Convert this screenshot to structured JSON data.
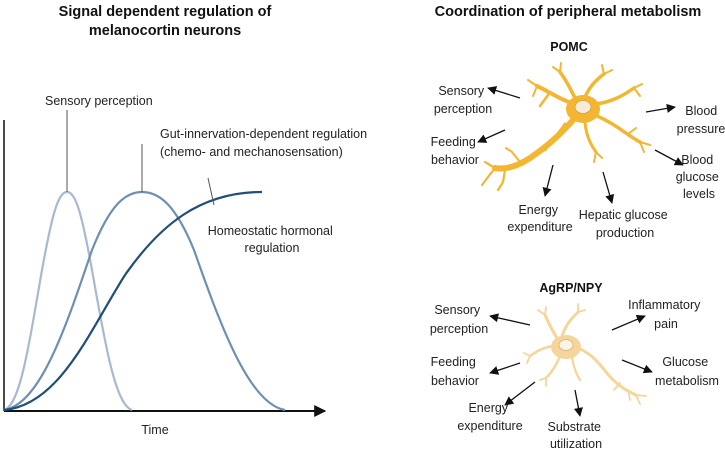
{
  "left_panel": {
    "title_line1": "Signal dependent regulation of",
    "title_line2": "melanocortin neurons",
    "x_axis_label": "Time",
    "curves": [
      {
        "label_lines": [
          "Sensory perception"
        ],
        "color": "#a9b9cf"
      },
      {
        "label_lines": [
          "Gut-innervation-dependent regulation",
          "(chemo- and mechanosensation)"
        ],
        "color": "#6f8fb2"
      },
      {
        "label_lines": [
          "Homeostatic hormonal",
          "regulation"
        ],
        "color": "#1f4e79"
      }
    ]
  },
  "right_panel": {
    "title": "Coordination of peripheral metabolism",
    "pomc": {
      "name": "POMC",
      "neuron_color": "#f2b632",
      "targets": [
        {
          "lines": [
            "Sensory",
            "perception"
          ]
        },
        {
          "lines": [
            "Feeding",
            "behavior"
          ]
        },
        {
          "lines": [
            "Energy",
            "expenditure"
          ]
        },
        {
          "lines": [
            "Hepatic glucose",
            "production"
          ]
        },
        {
          "lines": [
            "Blood",
            "pressure"
          ]
        },
        {
          "lines": [
            "Blood",
            "glucose",
            "levels"
          ]
        }
      ]
    },
    "agrp": {
      "name": "AgRP/NPY",
      "neuron_color": "#f5d59a",
      "targets": [
        {
          "lines": [
            "Sensory",
            "perception"
          ]
        },
        {
          "lines": [
            "Feeding",
            "behavior"
          ]
        },
        {
          "lines": [
            "Energy",
            "expenditure"
          ]
        },
        {
          "lines": [
            "Substrate",
            "utilization"
          ]
        },
        {
          "lines": [
            "Inflammatory",
            "pain"
          ]
        },
        {
          "lines": [
            "Glucose",
            "metabolism"
          ]
        }
      ]
    }
  }
}
